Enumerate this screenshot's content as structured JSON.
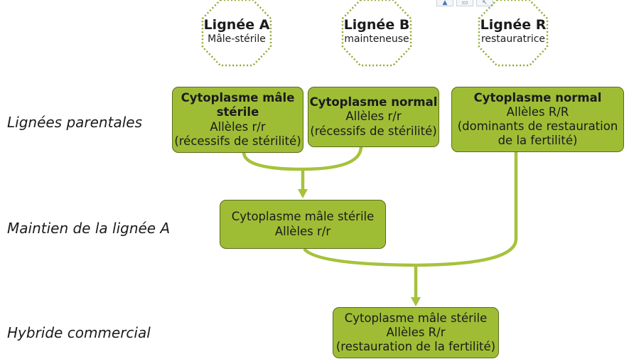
{
  "octagons": [
    {
      "name": "Lignée A",
      "sub": "Mâle-stérile"
    },
    {
      "name": "Lignée B",
      "sub": "mainteneuse"
    },
    {
      "name": "Lignée R",
      "sub": "restauratrice"
    }
  ],
  "row_labels": {
    "parental": "Lignées parentales",
    "maintenance": "Maintien de la lignée A",
    "hybrid": "Hybride commercial"
  },
  "boxes": {
    "a": {
      "title": "Cytoplasme mâle stérile",
      "line1": "Allèles r/r",
      "line2": "(récessifs de stérilité)"
    },
    "b": {
      "title": "Cytoplasme normal",
      "line1": "Allèles r/r",
      "line2": "(récessifs de stérilité)"
    },
    "r": {
      "title": "Cytoplasme normal",
      "line1": "Allèles R/R",
      "line2": "(dominants de restauration",
      "line3": "de la fertilité)"
    },
    "maint": {
      "line1": "Cytoplasme mâle stérile",
      "line2": "Allèles r/r"
    },
    "hybrid": {
      "line1": "Cytoplasme mâle stérile",
      "line2": "Allèles R/r",
      "line3": "(restauration de la fertilité)"
    }
  },
  "colors": {
    "box_fill": "#9ebd35",
    "box_border": "#5a6b1f",
    "connector": "#a6c23c",
    "octagon_dots": "#8aab2e"
  },
  "toolbar_icons": [
    "chart-icon",
    "comment-icon",
    "pointer-icon"
  ]
}
